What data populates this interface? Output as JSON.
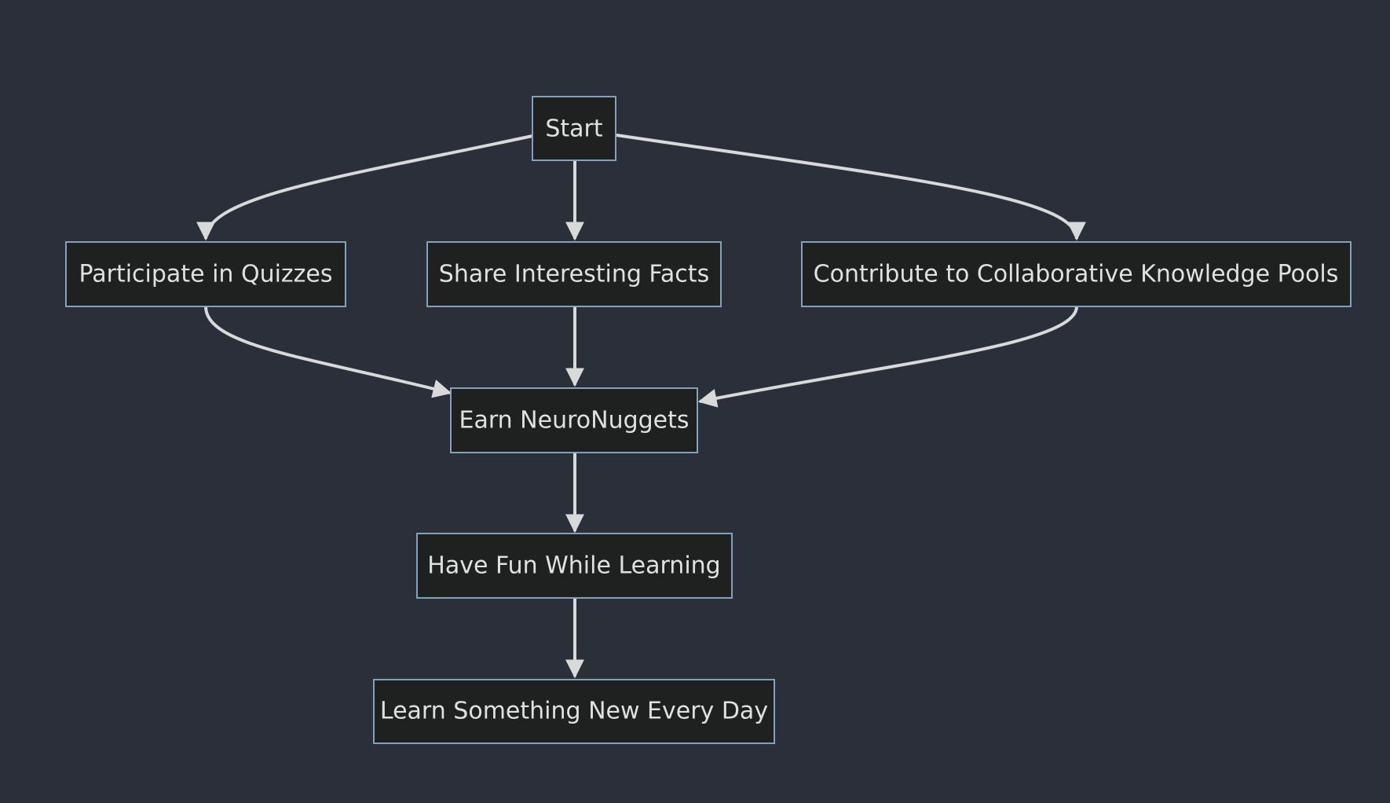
{
  "diagram": {
    "colors": {
      "background": "#2b2f3a",
      "node_fill": "#1f2020",
      "node_border": "#81a2be",
      "text": "#e0e0e0",
      "edge": "#d9d9d9"
    },
    "nodes": {
      "start": "Start",
      "quizzes": "Participate in Quizzes",
      "facts": "Share Interesting Facts",
      "contribute": "Contribute to Collaborative Knowledge Pools",
      "earn": "Earn NeuroNuggets",
      "fun": "Have Fun While Learning",
      "learn": "Learn Something New Every Day"
    },
    "edges": [
      {
        "from": "start",
        "to": "quizzes"
      },
      {
        "from": "start",
        "to": "facts"
      },
      {
        "from": "start",
        "to": "contribute"
      },
      {
        "from": "quizzes",
        "to": "earn"
      },
      {
        "from": "facts",
        "to": "earn"
      },
      {
        "from": "contribute",
        "to": "earn"
      },
      {
        "from": "earn",
        "to": "fun"
      },
      {
        "from": "fun",
        "to": "learn"
      }
    ]
  }
}
